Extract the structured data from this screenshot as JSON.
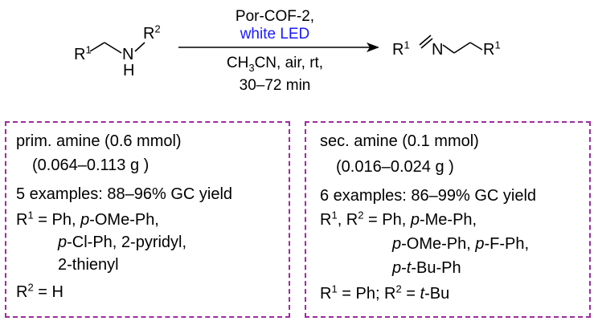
{
  "scheme": {
    "reactant": {
      "r1": "R",
      "r1_sup": "1",
      "n": "N",
      "h": "H",
      "r2": "R",
      "r2_sup": "2"
    },
    "conditions": {
      "catalyst": "Por-COF-2,",
      "light": "white LED",
      "solvent_a": "CH",
      "solvent_sub": "3",
      "solvent_b": "CN, air, rt,",
      "time": "30–72 min"
    },
    "product": {
      "r1a": "R",
      "r1a_sup": "1",
      "n": "N",
      "r1b": "R",
      "r1b_sup": "1"
    },
    "colors": {
      "light_text": "#1a1aff",
      "box_border": "#9b2d9b"
    }
  },
  "left_box": {
    "line1": "prim. amine (0.6 mmol)",
    "line2": "(0.064–0.113 g )",
    "line3": "5 examples: 88–96% GC yield",
    "r1_label": "R",
    "r1_sup": "1",
    "r1_eq": " = Ph, ",
    "p1": "p",
    "r1_a": "-OMe-Ph,",
    "p2": "p",
    "r1_b": "-Cl-Ph, 2-pyridyl,",
    "r1_c": "2-thienyl",
    "r2_label": "R",
    "r2_sup": "2",
    "r2_val": " = H"
  },
  "right_box": {
    "line1": "sec. amine (0.1 mmol)",
    "line2": "(0.016–0.024 g )",
    "line3": "6 examples: 86–99% GC yield",
    "r_a": "R",
    "r_a_sup": "1",
    "r_mid": ", R",
    "r_b_sup": "2",
    "r_eq": " = Ph, ",
    "p1": "p",
    "v1": "-Me-Ph,",
    "p2": "p",
    "v2": "-OMe-Ph, ",
    "p3": "p",
    "v3": "-F-Ph,",
    "p4": "p",
    "v4a": "-",
    "t4": "t",
    "v4b": "-Bu-Ph",
    "last_r1": "R",
    "last_r1_sup": "1",
    "last_mid": " = Ph; R",
    "last_r2_sup": "2",
    "last_eq": " = ",
    "last_t": "t",
    "last_bu": "-Bu"
  }
}
